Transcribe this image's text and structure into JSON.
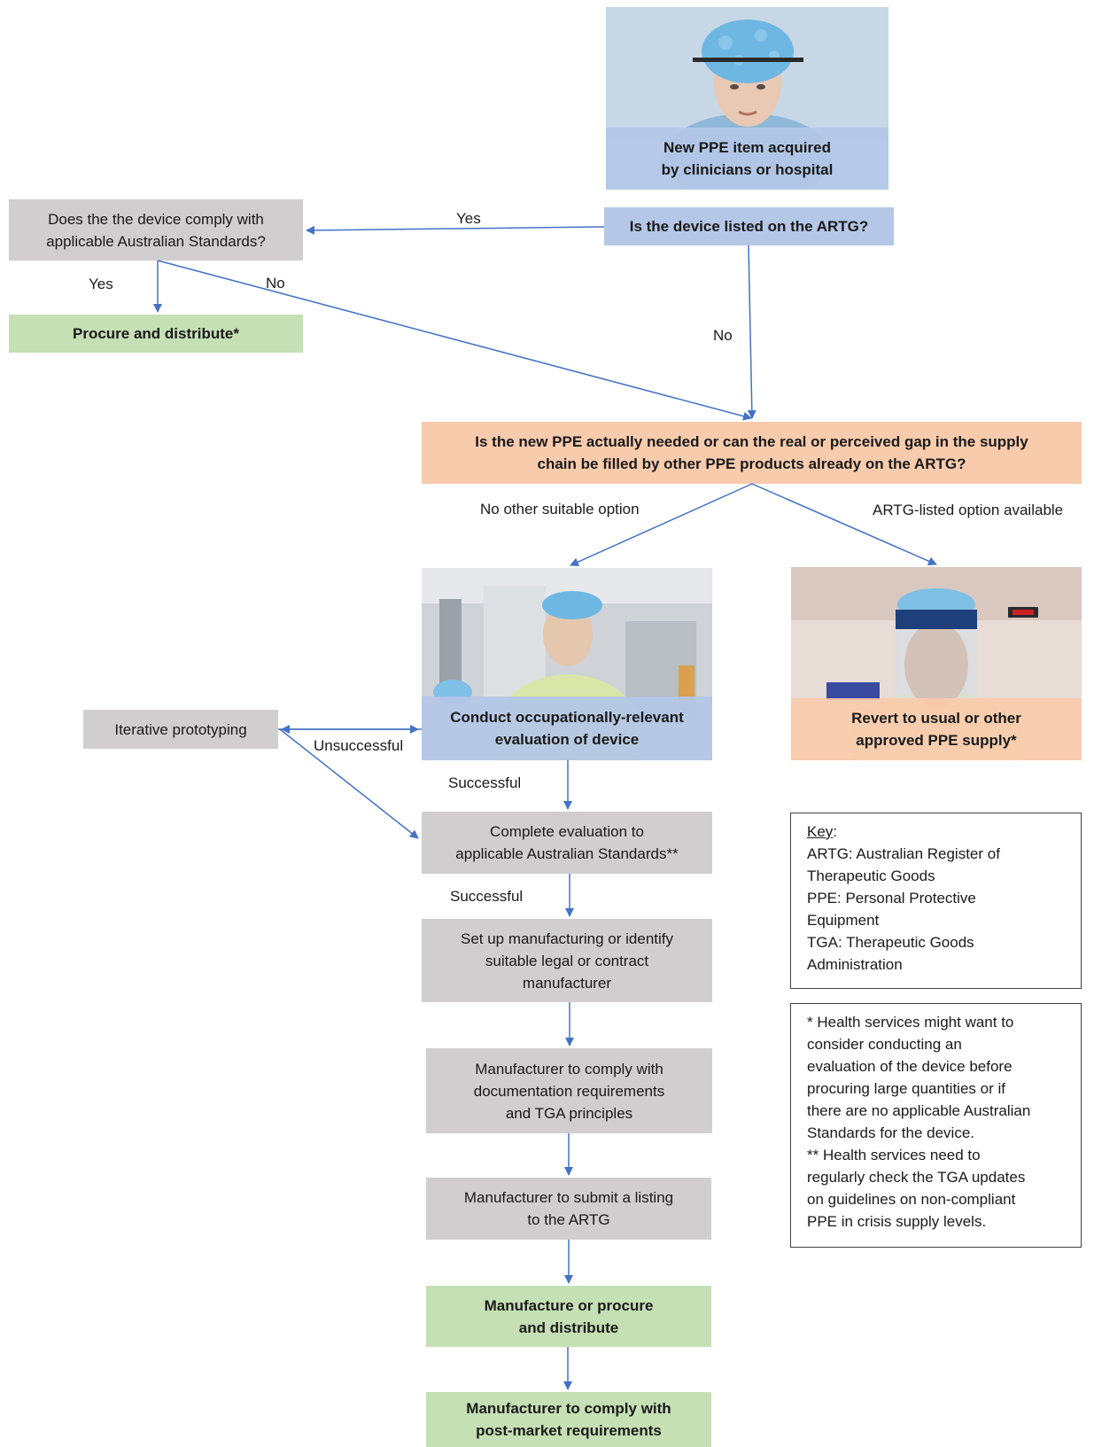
{
  "nodes": {
    "start": "New PPE item acquired\nby clinicians or hospital",
    "artg_listed": "Is the device listed on the ARTG?",
    "comply_standards": "Does the the device comply with\napplicable Australian Standards?",
    "procure_distribute": "Procure and distribute*",
    "ppe_needed": "Is the new PPE actually needed or can the real or perceived gap in the supply\nchain be filled by other PPE products already on the ARTG?",
    "conduct_evaluation": "Conduct occupationally-relevant\nevaluation of device",
    "revert_supply": "Revert to usual or other\napproved PPE supply*",
    "iterative_prototyping": "Iterative prototyping",
    "complete_evaluation": "Complete evaluation to\napplicable Australian Standards**",
    "setup_manufacturing": "Set up manufacturing or identify\nsuitable legal or contract\nmanufacturer",
    "documentation": "Manufacturer to comply with\ndocumentation requirements\nand TGA principles",
    "submit_listing": "Manufacturer to submit a listing\nto the ARTG",
    "manufacture_procure": "Manufacture or procure\nand distribute",
    "post_market": "Manufacturer to comply with\npost-market requirements"
  },
  "edge_labels": {
    "yes_artg": "Yes",
    "yes_comply": "Yes",
    "no_comply": "No",
    "no_artg": "No",
    "no_other_option": "No other suitable option",
    "artg_option_available": "ARTG-listed option available",
    "unsuccessful": "Unsuccessful",
    "successful_1": "Successful",
    "successful_2": "Successful"
  },
  "key": {
    "heading": "Key",
    "colon": ":",
    "entries": "ARTG: Australian Register of\nTherapeutic Goods\nPPE: Personal Protective\nEquipment\nTGA: Therapeutic Goods\nAdministration"
  },
  "notes": {
    "text": "* Health services might want to\nconsider conducting an\nevaluation of the device before\nprocuring large quantities or if\nthere are no applicable Australian\nStandards for the device.\n** Health services need to\nregularly check the TGA updates\non guidelines on non-compliant\nPPE in crisis supply levels."
  },
  "colors": {
    "gray": "#d0cece",
    "blue": "#b4c7e7",
    "green": "#c5e0b4",
    "orange": "#f8cbad",
    "arrow": "#4472c4"
  }
}
